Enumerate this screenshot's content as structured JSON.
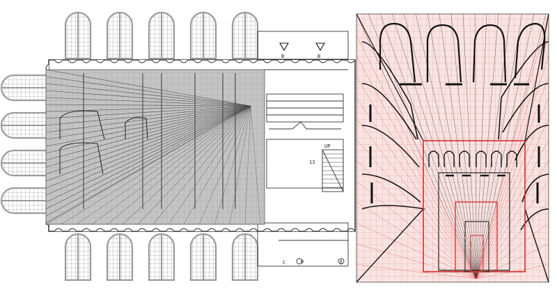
{
  "plan": {
    "markers": [
      {
        "label": "B"
      },
      {
        "label": "B"
      }
    ],
    "stair_note": "UP",
    "room_number": "13",
    "grid_labels": [
      "C",
      "D",
      "E"
    ]
  },
  "colors": {
    "plan_line": "#222222",
    "window_grey": "#9a9a9a",
    "sketch_bg": "#bdbdbd",
    "grid_red": "#e26b6b",
    "paper_pink": "#f7d6d6",
    "ink": "#141414",
    "red_ink": "#d42a2a"
  }
}
